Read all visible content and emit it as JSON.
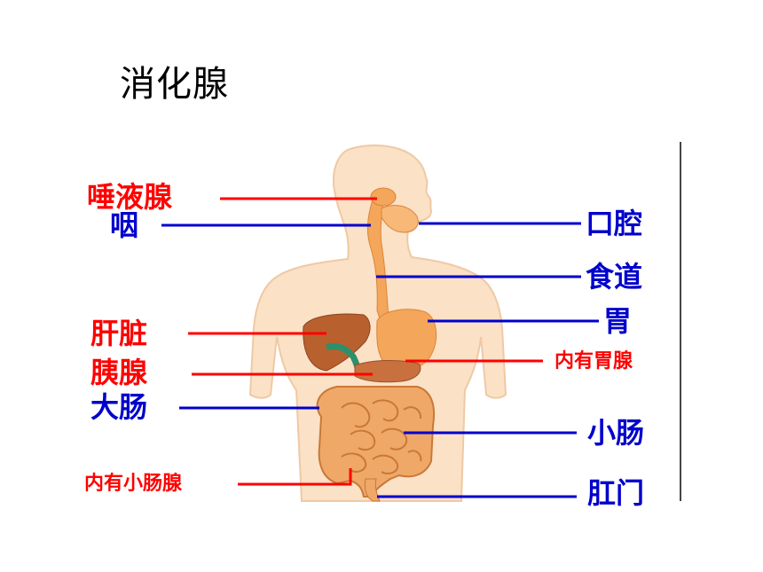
{
  "title": "消化腺",
  "colors": {
    "gland": "#ff0000",
    "organ": "#0000cc",
    "skin": "#fbe1c6",
    "skin_outline": "#efc9a4",
    "stomach": "#f4a65a",
    "liver": "#b8602e",
    "pancreas": "#c8703e",
    "intestine": "#f0a868",
    "gallbladder": "#2e8f6b"
  },
  "labels": {
    "salivary": "唾液腺",
    "pharynx": "咽",
    "mouth": "口腔",
    "esophagus": "食道",
    "stomach": "胃",
    "gastric": "内有胃腺",
    "liver": "肝脏",
    "pancreas": "胰腺",
    "large_intestine": "大肠",
    "small_intestine": "小肠",
    "intestinal_gland": "内有小肠腺",
    "anus": "肛门"
  }
}
